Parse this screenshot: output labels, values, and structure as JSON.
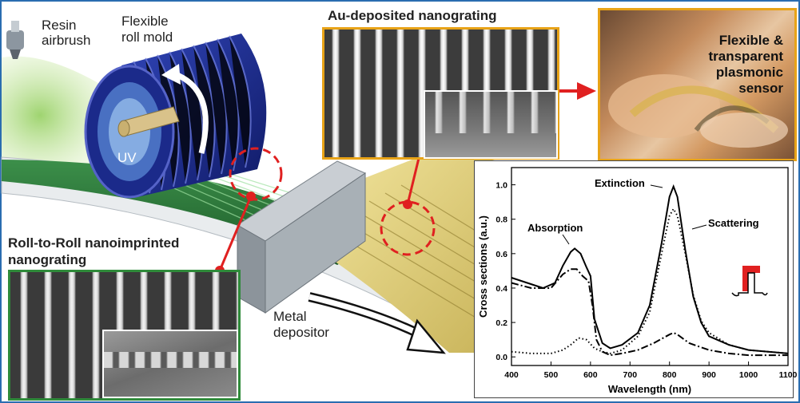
{
  "labels": {
    "resin_line1": "Resin",
    "resin_line2": "airbrush",
    "mold_line1": "Flexible",
    "mold_line2": "roll mold",
    "uv": "UV",
    "au_title": "Au-deposited nanograting",
    "sensor_line1": "Flexible &",
    "sensor_line2": "transparent",
    "sensor_line3": "plasmonic",
    "sensor_line4": "sensor",
    "r2r_line1": "Roll-to-Roll nanoimprinted",
    "r2r_line2": "nanograting",
    "metal_line1": "Metal",
    "metal_line2": "depositor"
  },
  "colors": {
    "frame": "#2a6db0",
    "roll_blue": "#1f2f8c",
    "film_green": "#2a7a3a",
    "gold_box": "#e8a317",
    "green_box": "#2f8a3a",
    "red_accent": "#e02020"
  },
  "chart_data": {
    "type": "line",
    "xlabel": "Wavelength (nm)",
    "ylabel": "Cross sections (a.u.)",
    "xlim": [
      400,
      1100
    ],
    "ylim": [
      -0.05,
      1.1
    ],
    "xticks": [
      "400",
      "500",
      "600",
      "700",
      "800",
      "900",
      "1000",
      "1100"
    ],
    "yticks": [
      "0.0",
      "0.2",
      "0.4",
      "0.6",
      "0.8",
      "1.0"
    ],
    "annotations": [
      "Extinction",
      "Absorption",
      "Scattering"
    ],
    "series": [
      {
        "name": "Extinction",
        "style": "solid",
        "x": [
          400,
          440,
          480,
          510,
          530,
          550,
          560,
          575,
          590,
          600,
          610,
          630,
          650,
          680,
          720,
          750,
          780,
          800,
          810,
          820,
          840,
          860,
          880,
          900,
          950,
          1000,
          1050,
          1100
        ],
        "y": [
          0.46,
          0.43,
          0.4,
          0.43,
          0.53,
          0.61,
          0.63,
          0.6,
          0.52,
          0.47,
          0.22,
          0.08,
          0.05,
          0.07,
          0.14,
          0.3,
          0.66,
          0.93,
          0.99,
          0.93,
          0.62,
          0.35,
          0.2,
          0.12,
          0.07,
          0.04,
          0.03,
          0.02
        ]
      },
      {
        "name": "Absorption",
        "style": "dashdot",
        "x": [
          400,
          450,
          500,
          530,
          550,
          565,
          580,
          595,
          605,
          615,
          630,
          650,
          680,
          720,
          760,
          800,
          810,
          820,
          850,
          900,
          950,
          1000,
          1050,
          1100
        ],
        "y": [
          0.43,
          0.4,
          0.4,
          0.48,
          0.51,
          0.51,
          0.47,
          0.44,
          0.3,
          0.1,
          0.03,
          0.01,
          0.02,
          0.04,
          0.08,
          0.13,
          0.14,
          0.13,
          0.08,
          0.04,
          0.02,
          0.01,
          0.01,
          0.01
        ]
      },
      {
        "name": "Scattering",
        "style": "dotted",
        "x": [
          400,
          450,
          500,
          530,
          550,
          570,
          590,
          610,
          630,
          650,
          680,
          720,
          750,
          780,
          800,
          810,
          820,
          840,
          860,
          880,
          900,
          950,
          1000,
          1050,
          1100
        ],
        "y": [
          0.03,
          0.02,
          0.02,
          0.04,
          0.07,
          0.11,
          0.1,
          0.05,
          0.03,
          0.02,
          0.04,
          0.12,
          0.26,
          0.6,
          0.82,
          0.86,
          0.82,
          0.6,
          0.36,
          0.21,
          0.14,
          0.07,
          0.04,
          0.03,
          0.02
        ]
      }
    ]
  }
}
